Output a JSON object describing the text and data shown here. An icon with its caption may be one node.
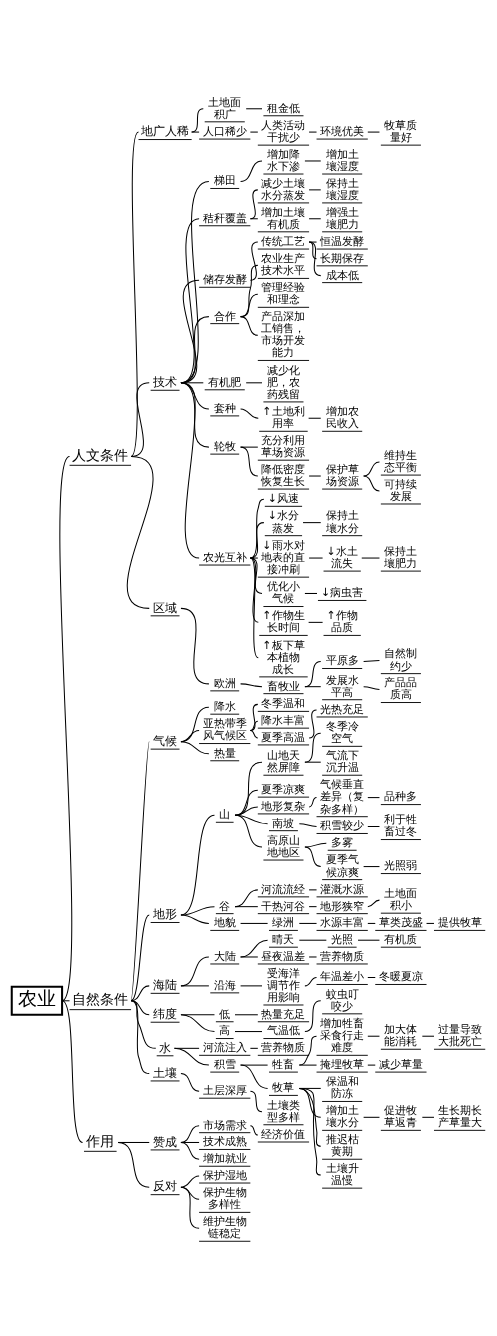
{
  "diagram": {
    "nodes": [
      {
        "text": [
          "农业"
        ]
      },
      {
        "text": [
          "人文条件"
        ]
      },
      {
        "text": [
          "地广人稀"
        ]
      },
      {
        "text": [
          "土地面积广"
        ]
      },
      {
        "text": [
          "租金低"
        ]
      },
      {
        "text": [
          "人口稀少"
        ]
      },
      {
        "text": [
          "人类活动干扰少"
        ]
      },
      {
        "text": [
          "环境优美"
        ]
      },
      {
        "text": [
          "牧草质量好"
        ]
      },
      {
        "text": [
          "技术"
        ]
      },
      {
        "text": [
          "梯田"
        ]
      },
      {
        "text": [
          "增加降水下渗"
        ]
      },
      {
        "text": [
          "增加土壤湿度"
        ]
      },
      {
        "text": [
          "秸秆覆盖"
        ]
      },
      {
        "text": [
          "减少土壤水分蒸发"
        ]
      },
      {
        "text": [
          "保持土壤湿度"
        ]
      },
      {
        "text": [
          "增加土壤有机质"
        ]
      },
      {
        "text": [
          "增强土壤肥力"
        ]
      },
      {
        "text": [
          "储存发酵"
        ]
      },
      {
        "text": [
          "传统工艺"
        ]
      },
      {
        "text": [
          "恒温发酵"
        ]
      },
      {
        "text": [
          "长期保存"
        ]
      },
      {
        "text": [
          "成本低"
        ]
      },
      {
        "text": [
          "合作"
        ]
      },
      {
        "text": [
          "农业生产技术水平"
        ]
      },
      {
        "text": [
          "管理经验和理念"
        ]
      },
      {
        "text": [
          "产品深加工销售，市场开发能力"
        ]
      },
      {
        "text": [
          "有机肥"
        ]
      },
      {
        "text": [
          "减少化肥，农药残留"
        ]
      },
      {
        "text": [
          "套种"
        ]
      },
      {
        "text": [
          "↑土地利用率"
        ]
      },
      {
        "text": [
          "增加农民收入"
        ]
      },
      {
        "text": [
          "轮牧"
        ]
      },
      {
        "text": [
          "充分利用草场资源"
        ]
      },
      {
        "text": [
          "降低密度恢复生长"
        ]
      },
      {
        "text": [
          "保护草场资源"
        ]
      },
      {
        "text": [
          "维持生态平衡"
        ]
      },
      {
        "text": [
          "可持续发展"
        ]
      },
      {
        "text": [
          "农光互补"
        ]
      },
      {
        "text": [
          "↓风速"
        ]
      },
      {
        "text": [
          "↓水分蒸发"
        ]
      },
      {
        "text": [
          "保持土壤水分"
        ]
      },
      {
        "text": [
          "↓雨水对地表的直接冲刷"
        ]
      },
      {
        "text": [
          "↓水土流失"
        ]
      },
      {
        "text": [
          "保持土壤肥力"
        ]
      },
      {
        "text": [
          "优化小气候"
        ]
      },
      {
        "text": [
          "↓病虫害"
        ]
      },
      {
        "text": [
          "↑作物生长时间"
        ]
      },
      {
        "text": [
          "↑作物品质"
        ]
      },
      {
        "text": [
          "↑板下草本植物成长"
        ]
      },
      {
        "text": [
          "区域"
        ]
      },
      {
        "text": [
          "欧洲"
        ]
      },
      {
        "text": [
          "畜牧业"
        ]
      },
      {
        "text": [
          "平原多"
        ]
      },
      {
        "text": [
          "自然制约少"
        ]
      },
      {
        "text": [
          "发展水平高"
        ]
      },
      {
        "text": [
          "产品品质高"
        ]
      },
      {
        "text": [
          "自然条件"
        ]
      },
      {
        "text": [
          "气候"
        ]
      },
      {
        "text": [
          "降水"
        ]
      },
      {
        "text": [
          "亚热带季风气候区"
        ]
      },
      {
        "text": [
          "冬季温和"
        ]
      },
      {
        "text": [
          "降水丰富"
        ]
      },
      {
        "text": [
          "夏季高温"
        ]
      },
      {
        "text": [
          "光热充足"
        ]
      },
      {
        "text": [
          "热量"
        ]
      },
      {
        "text": [
          "地形"
        ]
      },
      {
        "text": [
          "山"
        ]
      },
      {
        "text": [
          "山地天然屏障"
        ]
      },
      {
        "text": [
          "冬季冷空气"
        ]
      },
      {
        "text": [
          "气流下沉升温"
        ]
      },
      {
        "text": [
          "夏季凉爽"
        ]
      },
      {
        "text": [
          "地形复杂"
        ]
      },
      {
        "text": [
          "气候垂直差异（复杂多样）"
        ]
      },
      {
        "text": [
          "品种多"
        ]
      },
      {
        "text": [
          "南坡"
        ]
      },
      {
        "text": [
          "积雪较少"
        ]
      },
      {
        "text": [
          "利于牲畜过冬"
        ]
      },
      {
        "text": [
          "高原山地地区"
        ]
      },
      {
        "text": [
          "多雾"
        ]
      },
      {
        "text": [
          "夏季气候凉爽"
        ]
      },
      {
        "text": [
          "光照弱"
        ]
      },
      {
        "text": [
          "谷"
        ]
      },
      {
        "text": [
          "河流流经"
        ]
      },
      {
        "text": [
          "灌溉水源"
        ]
      },
      {
        "text": [
          "干热河谷"
        ]
      },
      {
        "text": [
          "地形狭窄"
        ]
      },
      {
        "text": [
          "土地面积小"
        ]
      },
      {
        "text": [
          "地貌"
        ]
      },
      {
        "text": [
          "绿洲"
        ]
      },
      {
        "text": [
          "水源丰富"
        ]
      },
      {
        "text": [
          "草类茂盛"
        ]
      },
      {
        "text": [
          "提供牧草"
        ]
      },
      {
        "text": [
          "海陆"
        ]
      },
      {
        "text": [
          "大陆"
        ]
      },
      {
        "text": [
          "晴天"
        ]
      },
      {
        "text": [
          "光照"
        ]
      },
      {
        "text": [
          "有机质"
        ]
      },
      {
        "text": [
          "昼夜温差"
        ]
      },
      {
        "text": [
          "营养物质"
        ]
      },
      {
        "text": [
          "沿海"
        ]
      },
      {
        "text": [
          "受海洋调节作用影响"
        ]
      },
      {
        "text": [
          "年温差小"
        ]
      },
      {
        "text": [
          "冬暖夏凉"
        ]
      },
      {
        "text": [
          "纬度"
        ]
      },
      {
        "text": [
          "低"
        ]
      },
      {
        "text": [
          "热量充足"
        ]
      },
      {
        "text": [
          "高"
        ]
      },
      {
        "text": [
          "气温低"
        ]
      },
      {
        "text": [
          "蚊虫叮咬少"
        ]
      },
      {
        "text": [
          "水"
        ]
      },
      {
        "text": [
          "河流注入"
        ]
      },
      {
        "text": [
          "营养物质"
        ]
      },
      {
        "text": [
          "积雪"
        ]
      },
      {
        "text": [
          "牲畜"
        ]
      },
      {
        "text": [
          "增加牲畜采食行走难度"
        ]
      },
      {
        "text": [
          "加大体能消耗"
        ]
      },
      {
        "text": [
          "过量导致大批死亡"
        ]
      },
      {
        "text": [
          "掩埋牧草"
        ]
      },
      {
        "text": [
          "减少草量"
        ]
      },
      {
        "text": [
          "牧草"
        ]
      },
      {
        "text": [
          "保温和防冻"
        ]
      },
      {
        "text": [
          "增加土壤水分"
        ]
      },
      {
        "text": [
          "促进牧草返青"
        ]
      },
      {
        "text": [
          "生长期长产草量大"
        ]
      },
      {
        "text": [
          "推迟枯黄期"
        ]
      },
      {
        "text": [
          "土壤升温慢"
        ]
      },
      {
        "text": [
          "土壤"
        ]
      },
      {
        "text": [
          "土层深厚"
        ]
      },
      {
        "text": [
          "土壤类型多样"
        ]
      },
      {
        "text": [
          "作用"
        ]
      },
      {
        "text": [
          "赞成"
        ]
      },
      {
        "text": [
          "市场需求"
        ]
      },
      {
        "text": [
          "经济价值"
        ]
      },
      {
        "text": [
          "技术成熟"
        ]
      },
      {
        "text": [
          "增加就业"
        ]
      },
      {
        "text": [
          "反对"
        ]
      },
      {
        "text": [
          "保护湿地"
        ]
      },
      {
        "text": [
          "保护生物多样性"
        ]
      },
      {
        "text": [
          "维护生物链稳定"
        ]
      }
    ],
    "edges": [
      {
        "from": 0,
        "to": 1,
        "arrow": "none"
      },
      {
        "from": 1,
        "to": 2,
        "arrow": "none"
      },
      {
        "from": 2,
        "to": 3,
        "arrow": "none"
      },
      {
        "from": 3,
        "to": 4,
        "arrow": "none"
      },
      {
        "from": 2,
        "to": 5,
        "arrow": "none"
      },
      {
        "from": 5,
        "to": 6,
        "arrow": "none"
      },
      {
        "from": 6,
        "to": 7,
        "arrow": "none"
      },
      {
        "from": 7,
        "to": 8,
        "arrow": "none"
      },
      {
        "from": 1,
        "to": 9,
        "arrow": "none"
      },
      {
        "from": 9,
        "to": 10,
        "arrow": "none"
      },
      {
        "from": 10,
        "to": 11,
        "arrow": "none"
      },
      {
        "from": 11,
        "to": 12,
        "arrow": "none"
      },
      {
        "from": 9,
        "to": 13,
        "arrow": "none"
      },
      {
        "from": 13,
        "to": 14,
        "arrow": "none"
      },
      {
        "from": 14,
        "to": 15,
        "arrow": "none"
      },
      {
        "from": 13,
        "to": 16,
        "arrow": "none"
      },
      {
        "from": 16,
        "to": 17,
        "arrow": "none"
      },
      {
        "from": 9,
        "to": 18,
        "arrow": "none"
      },
      {
        "from": 18,
        "to": 19,
        "arrow": "none"
      },
      {
        "from": 19,
        "to": 20,
        "arrow": "none"
      },
      {
        "from": 19,
        "to": 21,
        "arrow": "none"
      },
      {
        "from": 19,
        "to": 22,
        "arrow": "none"
      },
      {
        "from": 9,
        "to": 23,
        "arrow": "none"
      },
      {
        "from": 23,
        "to": 24,
        "arrow": "none"
      },
      {
        "from": 23,
        "to": 25,
        "arrow": "none"
      },
      {
        "from": 23,
        "to": 26,
        "arrow": "none"
      },
      {
        "from": 9,
        "to": 27,
        "arrow": "none"
      },
      {
        "from": 27,
        "to": 28,
        "arrow": "none"
      },
      {
        "from": 9,
        "to": 29,
        "arrow": "none"
      },
      {
        "from": 29,
        "to": 30,
        "arrow": "none"
      },
      {
        "from": 30,
        "to": 31,
        "arrow": "none"
      },
      {
        "from": 9,
        "to": 32,
        "arrow": "none"
      },
      {
        "from": 32,
        "to": 33,
        "arrow": "none"
      },
      {
        "from": 32,
        "to": 34,
        "arrow": "none"
      },
      {
        "from": 34,
        "to": 35,
        "arrow": "none"
      },
      {
        "from": 35,
        "to": 36,
        "arrow": "none"
      },
      {
        "from": 35,
        "to": 37,
        "arrow": "none"
      },
      {
        "from": 9,
        "to": 38,
        "arrow": "none"
      },
      {
        "from": 38,
        "to": 39,
        "arrow": "none"
      },
      {
        "from": 38,
        "to": 40,
        "arrow": "none"
      },
      {
        "from": 40,
        "to": 41,
        "arrow": "none"
      },
      {
        "from": 38,
        "to": 42,
        "arrow": "none"
      },
      {
        "from": 42,
        "to": 43,
        "arrow": "none"
      },
      {
        "from": 43,
        "to": 44,
        "arrow": "none"
      },
      {
        "from": 38,
        "to": 45,
        "arrow": "none"
      },
      {
        "from": 45,
        "to": 46,
        "arrow": "none"
      },
      {
        "from": 38,
        "to": 47,
        "arrow": "none"
      },
      {
        "from": 47,
        "to": 48,
        "arrow": "none"
      },
      {
        "from": 38,
        "to": 49,
        "arrow": "none"
      },
      {
        "from": 1,
        "to": 50,
        "arrow": "none"
      },
      {
        "from": 50,
        "to": 51,
        "arrow": "none"
      },
      {
        "from": 51,
        "to": 52,
        "arrow": "none"
      },
      {
        "from": 52,
        "to": 53,
        "arrow": "none"
      },
      {
        "from": 53,
        "to": 54,
        "arrow": "none"
      },
      {
        "from": 52,
        "to": 55,
        "arrow": "none"
      },
      {
        "from": 55,
        "to": 56,
        "arrow": "none"
      },
      {
        "from": 0,
        "to": 57,
        "arrow": "none"
      },
      {
        "from": 57,
        "to": 58,
        "arrow": "none"
      },
      {
        "from": 58,
        "to": 59,
        "arrow": "none"
      },
      {
        "from": 58,
        "to": 60,
        "arrow": "none"
      },
      {
        "from": 60,
        "to": 61,
        "arrow": "none"
      },
      {
        "from": 60,
        "to": 62,
        "arrow": "none"
      },
      {
        "from": 60,
        "to": 63,
        "arrow": "none"
      },
      {
        "from": 63,
        "to": 64,
        "arrow": "none"
      },
      {
        "from": 58,
        "to": 65,
        "arrow": "none"
      },
      {
        "from": 57,
        "to": 66,
        "arrow": "none"
      },
      {
        "from": 66,
        "to": 67,
        "arrow": "none"
      },
      {
        "from": 67,
        "to": 68,
        "arrow": "none"
      },
      {
        "from": 68,
        "to": 69,
        "arrow": "none"
      },
      {
        "from": 68,
        "to": 70,
        "arrow": "none"
      },
      {
        "from": 67,
        "to": 71,
        "arrow": "none"
      },
      {
        "from": 67,
        "to": 72,
        "arrow": "none"
      },
      {
        "from": 72,
        "to": 73,
        "arrow": "none"
      },
      {
        "from": 73,
        "to": 74,
        "arrow": "none"
      },
      {
        "from": 67,
        "to": 75,
        "arrow": "none"
      },
      {
        "from": 75,
        "to": 76,
        "arrow": "none"
      },
      {
        "from": 76,
        "to": 77,
        "arrow": "none"
      },
      {
        "from": 67,
        "to": 78,
        "arrow": "none"
      },
      {
        "from": 78,
        "to": 79,
        "arrow": "none"
      },
      {
        "from": 78,
        "to": 80,
        "arrow": "none"
      },
      {
        "from": 80,
        "to": 81,
        "arrow": "none"
      },
      {
        "from": 66,
        "to": 82,
        "arrow": "none"
      },
      {
        "from": 82,
        "to": 83,
        "arrow": "none"
      },
      {
        "from": 83,
        "to": 84,
        "arrow": "none"
      },
      {
        "from": 82,
        "to": 85,
        "arrow": "none"
      },
      {
        "from": 85,
        "to": 86,
        "arrow": "none"
      },
      {
        "from": 86,
        "to": 87,
        "arrow": "none"
      },
      {
        "from": 66,
        "to": 88,
        "arrow": "none"
      },
      {
        "from": 88,
        "to": 89,
        "arrow": "none"
      },
      {
        "from": 89,
        "to": 90,
        "arrow": "none"
      },
      {
        "from": 90,
        "to": 91,
        "arrow": "none"
      },
      {
        "from": 91,
        "to": 92,
        "arrow": "none"
      },
      {
        "from": 57,
        "to": 93,
        "arrow": "none"
      },
      {
        "from": 93,
        "to": 94,
        "arrow": "none"
      },
      {
        "from": 94,
        "to": 95,
        "arrow": "none"
      },
      {
        "from": 95,
        "to": 96,
        "arrow": "none"
      },
      {
        "from": 96,
        "to": 97,
        "arrow": "none"
      },
      {
        "from": 94,
        "to": 98,
        "arrow": "none"
      },
      {
        "from": 98,
        "to": 99,
        "arrow": "none"
      },
      {
        "from": 93,
        "to": 100,
        "arrow": "none"
      },
      {
        "from": 100,
        "to": 101,
        "arrow": "none"
      },
      {
        "from": 101,
        "to": 102,
        "arrow": "none"
      },
      {
        "from": 102,
        "to": 103,
        "arrow": "none"
      },
      {
        "from": 57,
        "to": 104,
        "arrow": "none"
      },
      {
        "from": 104,
        "to": 105,
        "arrow": "none"
      },
      {
        "from": 105,
        "to": 106,
        "arrow": "none"
      },
      {
        "from": 104,
        "to": 107,
        "arrow": "none"
      },
      {
        "from": 107,
        "to": 108,
        "arrow": "none"
      },
      {
        "from": 108,
        "to": 109,
        "arrow": "none"
      },
      {
        "from": 57,
        "to": 110,
        "arrow": "none"
      },
      {
        "from": 110,
        "to": 111,
        "arrow": "none"
      },
      {
        "from": 111,
        "to": 112,
        "arrow": "none"
      },
      {
        "from": 110,
        "to": 113,
        "arrow": "none"
      },
      {
        "from": 113,
        "to": 114,
        "arrow": "none"
      },
      {
        "from": 114,
        "to": 115,
        "arrow": "none"
      },
      {
        "from": 115,
        "to": 116,
        "arrow": "none"
      },
      {
        "from": 116,
        "to": 117,
        "arrow": "none"
      },
      {
        "from": 114,
        "to": 118,
        "arrow": "none"
      },
      {
        "from": 118,
        "to": 119,
        "arrow": "none"
      },
      {
        "from": 113,
        "to": 120,
        "arrow": "none"
      },
      {
        "from": 120,
        "to": 121,
        "arrow": "none"
      },
      {
        "from": 120,
        "to": 122,
        "arrow": "none"
      },
      {
        "from": 122,
        "to": 123,
        "arrow": "none"
      },
      {
        "from": 123,
        "to": 124,
        "arrow": "none"
      },
      {
        "from": 120,
        "to": 125,
        "arrow": "none"
      },
      {
        "from": 120,
        "to": 126,
        "arrow": "none"
      },
      {
        "from": 57,
        "to": 127,
        "arrow": "none"
      },
      {
        "from": 127,
        "to": 128,
        "arrow": "none"
      },
      {
        "from": 128,
        "to": 129,
        "arrow": "none"
      },
      {
        "from": 0,
        "to": 130,
        "arrow": "none"
      },
      {
        "from": 130,
        "to": 131,
        "arrow": "none"
      },
      {
        "from": 131,
        "to": 132,
        "arrow": "none"
      },
      {
        "from": 132,
        "to": 133,
        "arrow": "none"
      },
      {
        "from": 131,
        "to": 134,
        "arrow": "none"
      },
      {
        "from": 131,
        "to": 135,
        "arrow": "none"
      },
      {
        "from": 130,
        "to": 136,
        "arrow": "none"
      },
      {
        "from": 136,
        "to": 137,
        "arrow": "none"
      },
      {
        "from": 136,
        "to": 138,
        "arrow": "none"
      },
      {
        "from": 136,
        "to": 139,
        "arrow": "none"
      }
    ]
  }
}
